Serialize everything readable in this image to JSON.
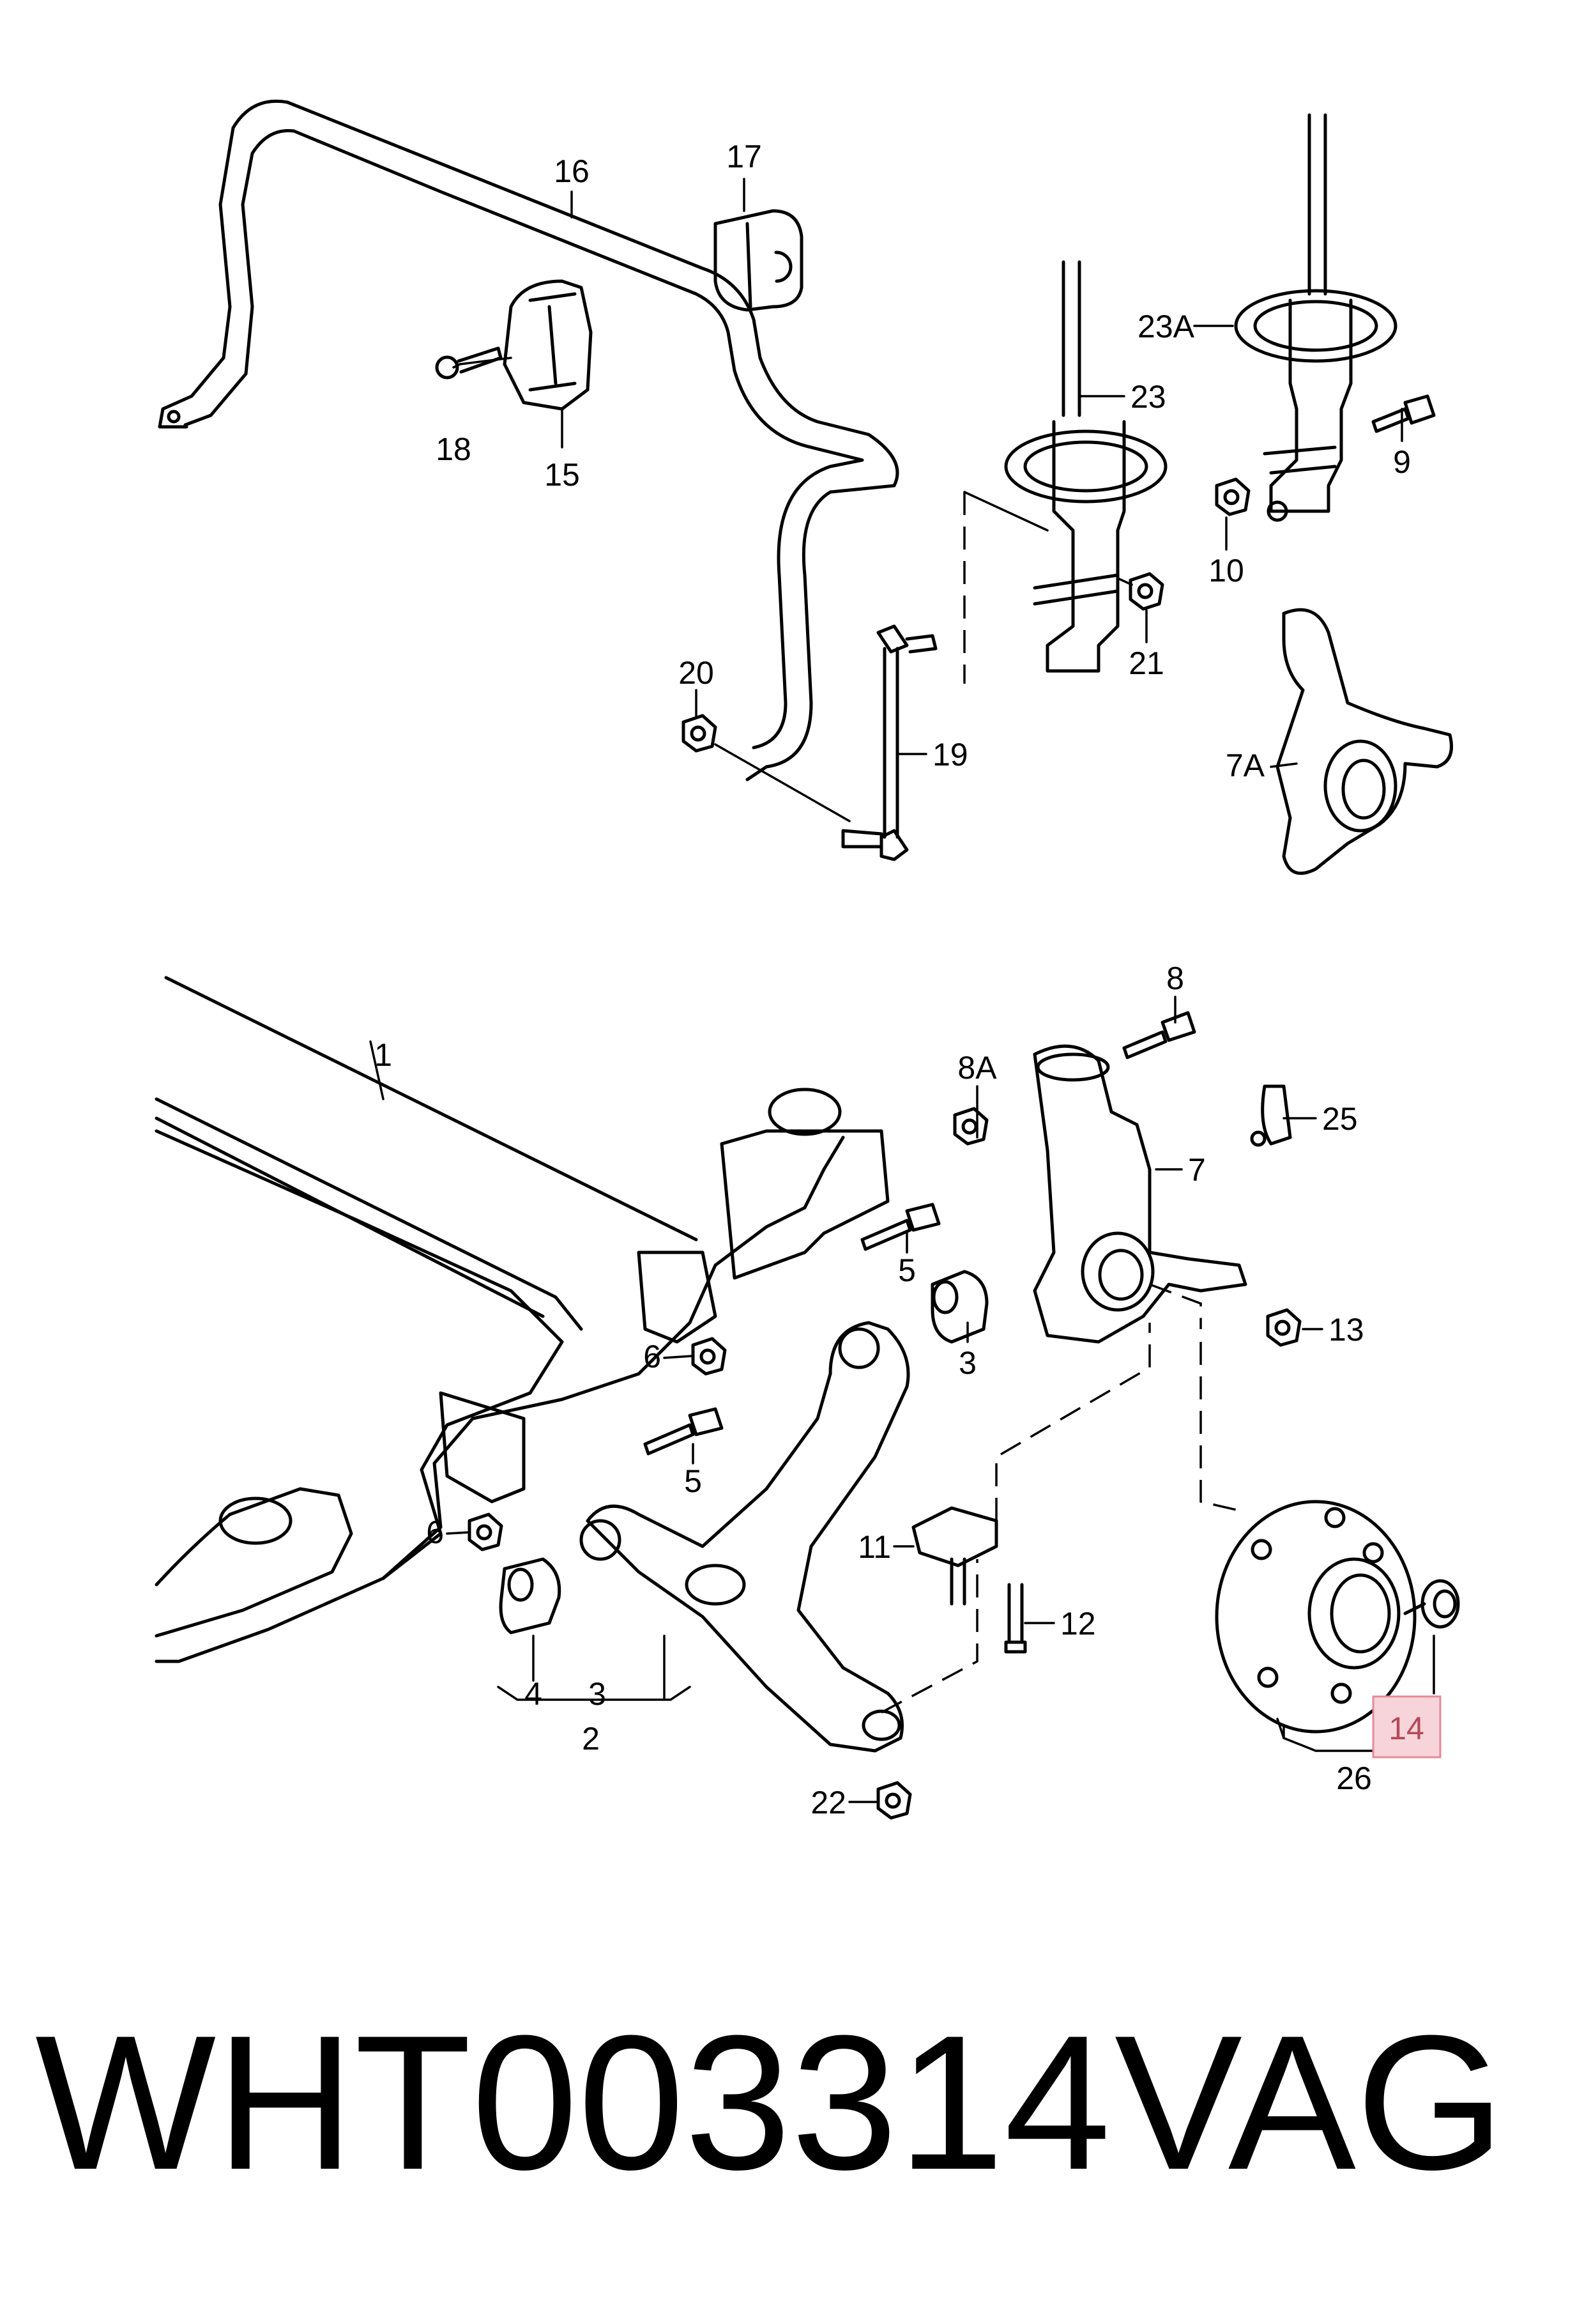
{
  "diagram": {
    "labels": {
      "p1": "1",
      "p2": "2",
      "p3a": "3",
      "p3b": "3",
      "p4": "4",
      "p5a": "5",
      "p5b": "5",
      "p6a": "6",
      "p6b": "6",
      "p7": "7",
      "p7A": "7A",
      "p8": "8",
      "p8A": "8A",
      "p9": "9",
      "p10": "10",
      "p11": "11",
      "p12": "12",
      "p13": "13",
      "p14": "14",
      "p15": "15",
      "p16": "16",
      "p17": "17",
      "p18": "18",
      "p19": "19",
      "p20": "20",
      "p21": "21",
      "p22": "22",
      "p23": "23",
      "p23A": "23A",
      "p25": "25",
      "p26": "26"
    },
    "highlighted_part": "14",
    "highlight_color": "#f7d4d9"
  },
  "footer": {
    "part_number": "WHT003314",
    "brand": "VAG"
  }
}
